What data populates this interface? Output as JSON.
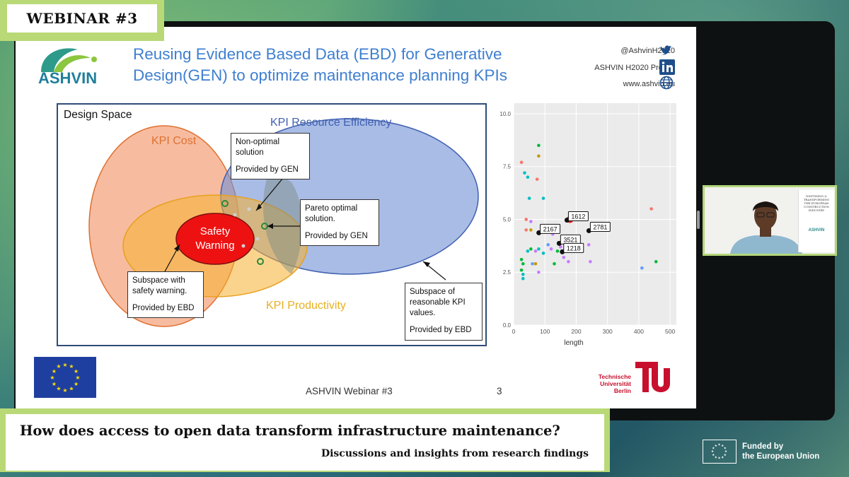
{
  "overlay": {
    "badge": "WEBINAR #3",
    "headline": "How does access to open data transform infrastructure maintenance?",
    "subheadline": "Discussions and insights from research findings",
    "funded_line1": "Funded by",
    "funded_line2": "the European Union"
  },
  "slide": {
    "logo_text": "ASHVIN",
    "title_line1": "Reusing Evidence Based Data (EBD) for Generative",
    "title_line2": "Design(GEN) to optimize maintenance planning KPIs",
    "social_twitter": "@AshvinH2020",
    "social_linkedin": "ASHVIN H2020 Project",
    "social_web": "www.ashvin.eu",
    "footer": "ASHVIN Webinar #3",
    "page": "3",
    "tu_line1": "Technische",
    "tu_line2": "Universität",
    "tu_line3": "Berlin",
    "tu_vertical": "berlin"
  },
  "venn": {
    "design_space": "Design Space",
    "kpi_cost": "KPI Cost",
    "kpi_resource": "KPI Resource Efficiency",
    "kpi_productivity": "KPI Productivity",
    "safety_line1": "Safety",
    "safety_line2": "Warning",
    "callout_nonopt_l1": "Non-optimal",
    "callout_nonopt_l2": "solution",
    "callout_nonopt_l3": "Provided by GEN",
    "callout_pareto_l1": "Pareto optimal",
    "callout_pareto_l2": "solution.",
    "callout_pareto_l3": "Provided by GEN",
    "callout_subsafety_l1": "Subspace with",
    "callout_subsafety_l2": "safety warning.",
    "callout_subsafety_l3": "Provided by EBD",
    "callout_reasonable_l1": "Subspace of",
    "callout_reasonable_l2": "reasonable KPI",
    "callout_reasonable_l3": "values.",
    "callout_reasonable_l4": "Provided by EBD",
    "colors": {
      "cost": "#f0a070",
      "resource": "#7f9fd8",
      "productivity": "#f5c842",
      "safety": "#ee1111"
    }
  },
  "chart_data": {
    "type": "scatter",
    "xlabel": "length",
    "ylabel": "",
    "xlim": [
      0,
      520
    ],
    "ylim": [
      0,
      10.5
    ],
    "x_ticks": [
      0,
      100,
      200,
      300,
      400,
      500
    ],
    "y_ticks": [
      "0.0",
      "2.5",
      "5.0",
      "7.5",
      "10.0"
    ],
    "y_tick_values": [
      0,
      2.5,
      5,
      7.5,
      10
    ],
    "grid": true,
    "points": [
      {
        "x": 25,
        "y": 7.7,
        "c": "#f8766d"
      },
      {
        "x": 35,
        "y": 7.2,
        "c": "#00bfc4"
      },
      {
        "x": 45,
        "y": 7.0,
        "c": "#00bfc4"
      },
      {
        "x": 80,
        "y": 8.5,
        "c": "#00ba38"
      },
      {
        "x": 80,
        "y": 8.0,
        "c": "#c49a00"
      },
      {
        "x": 75,
        "y": 6.9,
        "c": "#f8766d"
      },
      {
        "x": 50,
        "y": 6.0,
        "c": "#00bfc4"
      },
      {
        "x": 95,
        "y": 6.0,
        "c": "#00bfc4"
      },
      {
        "x": 40,
        "y": 5.0,
        "c": "#f8766d"
      },
      {
        "x": 55,
        "y": 4.9,
        "c": "#c77cff"
      },
      {
        "x": 40,
        "y": 4.5,
        "c": "#f8766d"
      },
      {
        "x": 55,
        "y": 4.5,
        "c": "#c49a00"
      },
      {
        "x": 95,
        "y": 4.6,
        "c": "#00ba38"
      },
      {
        "x": 125,
        "y": 4.3,
        "c": "#c77cff"
      },
      {
        "x": 110,
        "y": 3.8,
        "c": "#619cff"
      },
      {
        "x": 120,
        "y": 3.6,
        "c": "#c77cff"
      },
      {
        "x": 80,
        "y": 3.6,
        "c": "#00bfc4"
      },
      {
        "x": 95,
        "y": 3.4,
        "c": "#00bfc4"
      },
      {
        "x": 70,
        "y": 3.5,
        "c": "#c77cff"
      },
      {
        "x": 45,
        "y": 3.5,
        "c": "#00bfc4"
      },
      {
        "x": 55,
        "y": 3.6,
        "c": "#00ba38"
      },
      {
        "x": 140,
        "y": 3.5,
        "c": "#00ba38"
      },
      {
        "x": 150,
        "y": 3.7,
        "c": "#c77cff"
      },
      {
        "x": 160,
        "y": 3.2,
        "c": "#c77cff"
      },
      {
        "x": 175,
        "y": 3.0,
        "c": "#c77cff"
      },
      {
        "x": 245,
        "y": 3.0,
        "c": "#c77cff"
      },
      {
        "x": 240,
        "y": 3.8,
        "c": "#c77cff"
      },
      {
        "x": 25,
        "y": 3.1,
        "c": "#00ba38"
      },
      {
        "x": 30,
        "y": 2.9,
        "c": "#00ba38"
      },
      {
        "x": 25,
        "y": 2.6,
        "c": "#00ba38"
      },
      {
        "x": 30,
        "y": 2.2,
        "c": "#00bfc4"
      },
      {
        "x": 30,
        "y": 2.4,
        "c": "#00bfc4"
      },
      {
        "x": 60,
        "y": 2.9,
        "c": "#619cff"
      },
      {
        "x": 70,
        "y": 2.9,
        "c": "#c49a00"
      },
      {
        "x": 80,
        "y": 2.5,
        "c": "#c77cff"
      },
      {
        "x": 130,
        "y": 2.9,
        "c": "#00ba38"
      },
      {
        "x": 410,
        "y": 2.7,
        "c": "#619cff"
      },
      {
        "x": 455,
        "y": 3.0,
        "c": "#00ba38"
      },
      {
        "x": 440,
        "y": 5.5,
        "c": "#f8766d"
      },
      {
        "x": 180,
        "y": 5.0,
        "c": "#ee1111",
        "big": true
      }
    ],
    "annotations": [
      {
        "label": "1612",
        "x": 175,
        "y": 5.1
      },
      {
        "label": "2167",
        "x": 85,
        "y": 4.5
      },
      {
        "label": "3521",
        "x": 150,
        "y": 4.0
      },
      {
        "label": "1218",
        "x": 160,
        "y": 3.6
      },
      {
        "label": "2781",
        "x": 245,
        "y": 4.6
      }
    ]
  },
  "camera": {
    "poster_lines": [
      "DIGITISING &",
      "TRANSFORMING",
      "THE EUROPEAN",
      "CONSTRUCTION",
      "INDUSTRY"
    ],
    "poster_logo": "ASHVIN"
  }
}
